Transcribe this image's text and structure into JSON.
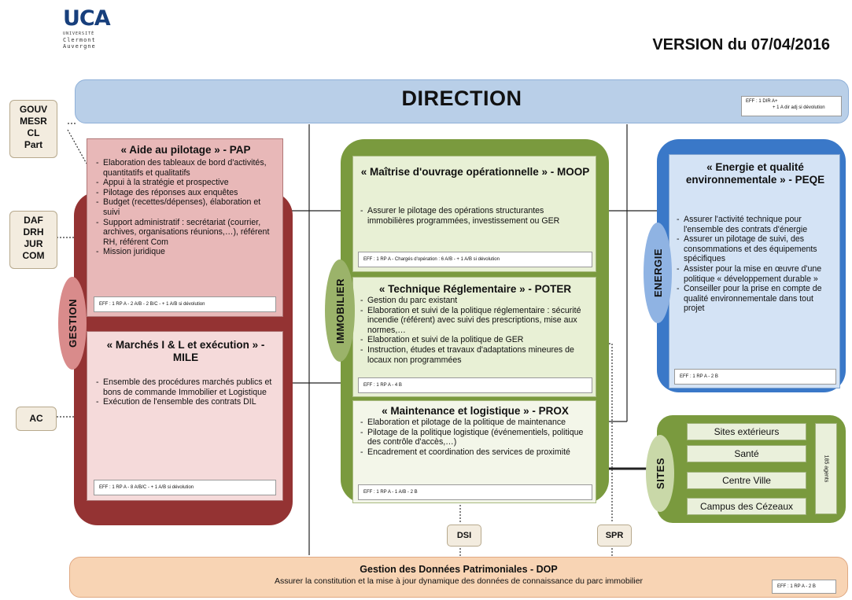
{
  "header": {
    "logo_mark": "UCA",
    "logo_line1": "UNIVERSITÉ",
    "logo_line2": "Clermont",
    "logo_line3": "Auvergne",
    "version": "VERSION du 07/04/2016"
  },
  "direction": {
    "title": "DIRECTION",
    "eff_line1": "EFF : 1 DIR A+",
    "eff_line2": "+ 1 A dir adj si dévolution"
  },
  "side_boxes": {
    "gouv": [
      "GOUV",
      "MESR",
      "CL",
      "Part"
    ],
    "daf": [
      "DAF",
      "DRH",
      "JUR",
      "COM"
    ],
    "ac": "AC"
  },
  "gestion": {
    "label": "GESTION",
    "pap": {
      "title": "« Aide au pilotage » - PAP",
      "items": [
        "Elaboration des tableaux de bord d'activités, quantitatifs et qualitatifs",
        "Appui à la stratégie et prospective",
        "Pilotage des réponses aux enquêtes",
        "Budget (recettes/dépenses), élaboration et suivi",
        "Support administratif : secrétariat (courrier, archives, organisations réunions,…), référent RH, référent Com",
        "Mission juridique"
      ],
      "eff": "EFF : 1 RP A - 2 A/B - 2 B/C - + 1 A/B si dévolution"
    },
    "mile": {
      "title": "« Marchés I & L et exécution » - MILE",
      "items": [
        "Ensemble des procédures marchés publics et bons de commande Immobilier et Logistique",
        "Exécution de l'ensemble des contrats DIL"
      ],
      "eff": "EFF : 1 RP A - 8 A/B/C - + 1 A/B si dévolution"
    }
  },
  "immobilier": {
    "label": "IMMOBILIER",
    "moop": {
      "title": "« Maîtrise d'ouvrage opérationnelle » - MOOP",
      "items": [
        "Assurer le pilotage des opérations structurantes immobilières programmées, investissement ou GER"
      ],
      "eff": "EFF : 1 RP A - Chargés d'opération : 6 A/B - + 1 A/B si dévolution"
    },
    "poter": {
      "title": "« Technique Réglementaire » - POTER",
      "items": [
        "Gestion du parc existant",
        "Elaboration et suivi de la politique réglementaire : sécurité incendie (référent) avec suivi des prescriptions, mise aux normes,…",
        "Elaboration et suivi de la politique de GER",
        "Instruction, études et travaux d'adaptations mineures de locaux non programmées"
      ],
      "eff": "EFF : 1 RP A - 4 B"
    },
    "prox": {
      "title": "« Maintenance et logistique » - PROX",
      "items": [
        "Elaboration et pilotage de la politique de maintenance",
        "Pilotage de la politique logistique (événementiels, politique des contrôle d'accès,…)",
        "Encadrement et coordination des services de proximité"
      ],
      "eff": "EFF : 1 RP A - 1 A/B - 2 B"
    }
  },
  "energie": {
    "label": "ENERGIE",
    "peqe": {
      "title": "« Energie et qualité environnementale » - PEQE",
      "items": [
        "Assurer l'activité technique pour l'ensemble des contrats d'énergie",
        "Assurer un pilotage de suivi, des consommations et des équipements spécifiques",
        "Assister pour la mise en œuvre d'une politique « développement durable »",
        "Conseiller pour la prise en compte de qualité environnementale dans tout projet"
      ],
      "eff": "EFF : 1 RP A - 2 B"
    }
  },
  "sites": {
    "label": "SITES",
    "items": [
      "Sites extérieurs",
      "Santé",
      "Centre Ville",
      "Campus des Cézeaux"
    ],
    "agents": "185 agents"
  },
  "tags": {
    "dsi": "DSI",
    "spr": "SPR"
  },
  "dop": {
    "title": "Gestion des Données Patrimoniales - DOP",
    "subtitle": "Assurer la constitution et la mise à jour dynamique des données de connaissance du parc immobilier",
    "eff": "EFF : 1 RP A - 2 B"
  }
}
